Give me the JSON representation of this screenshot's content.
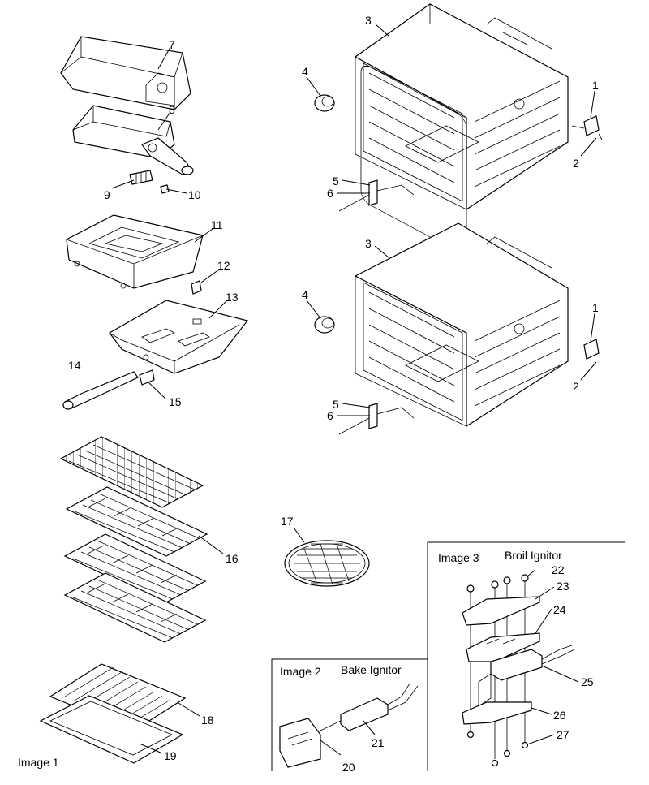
{
  "captions": {
    "image1": "Image 1",
    "image2": "Image 2",
    "image3": "Image 3",
    "bake_ignitor": "Bake Ignitor",
    "broil_ignitor": "Broil Ignitor"
  },
  "callouts": {
    "c1a": "1",
    "c1b": "1",
    "c2a": "2",
    "c2b": "2",
    "c3a": "3",
    "c3b": "3",
    "c4a": "4",
    "c4b": "4",
    "c5a": "5",
    "c5b": "5",
    "c6a": "6",
    "c6b": "6",
    "c7": "7",
    "c8": "8",
    "c9": "9",
    "c10": "10",
    "c11": "11",
    "c12": "12",
    "c13": "13",
    "c14": "14",
    "c15": "15",
    "c16": "16",
    "c17": "17",
    "c18": "18",
    "c19": "19",
    "c20": "20",
    "c21": "21",
    "c22": "22",
    "c23": "23",
    "c24": "24",
    "c25": "25",
    "c26": "26",
    "c27": "27"
  }
}
